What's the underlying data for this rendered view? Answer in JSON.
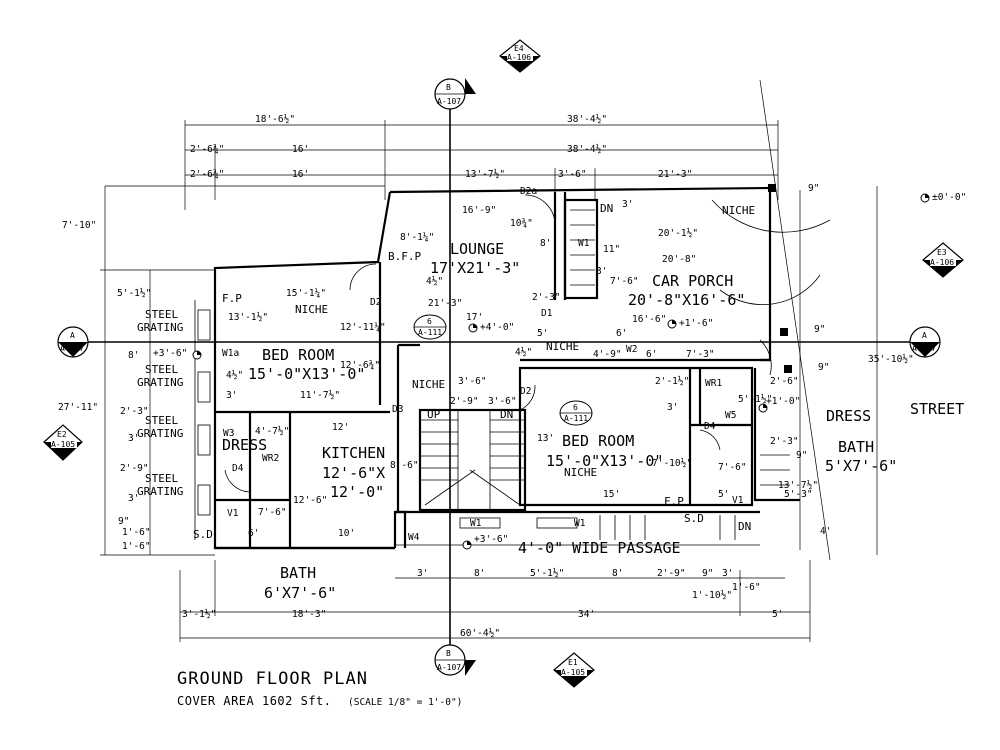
{
  "title": "GROUND FLOOR PLAN",
  "subtitle": "COVER AREA 1602 Sft.",
  "scale": "(SCALE 1/8\" = 1'-0\")",
  "rooms": {
    "lounge": {
      "name": "LOUNGE",
      "size": "17'X21'-3\""
    },
    "car_porch": {
      "name": "CAR PORCH",
      "size": "20'-8\"X16'-6\""
    },
    "bed_room_1": {
      "name": "BED ROOM",
      "size": "15'-0\"X13'-0\""
    },
    "bed_room_2": {
      "name": "BED ROOM",
      "size": "15'-0\"X13'-0\""
    },
    "kitchen": {
      "name": "KITCHEN",
      "size1": "12'-6\"X",
      "size2": "12'-0\""
    },
    "bath_1": {
      "name": "BATH",
      "size": "6'X7'-6\""
    },
    "bath_2": {
      "name": "BATH",
      "size": "5'X7'-6\""
    },
    "dress_1": "DRESS",
    "dress_2": "DRESS",
    "passage": "4'-0\" WIDE PASSAGE",
    "street": "STREET"
  },
  "labels": {
    "steel": "STEEL",
    "grating": "GRATING",
    "niche": "NICHE",
    "dn": "DN",
    "up": "UP",
    "fp": "F.P",
    "bfp": "B.F.P",
    "sd": "S.D"
  },
  "doors": [
    "D1",
    "D2",
    "D2a",
    "D3",
    "D4",
    "W1",
    "W1a",
    "W2",
    "W3",
    "W4",
    "W5",
    "WR1",
    "WR2",
    "V1"
  ],
  "levels": [
    "+4'-0\"",
    "+1'-6\"",
    "+3'-6\"",
    "+1'-0\"",
    "+3'-6\"",
    "±0'-0\""
  ],
  "section_tags": [
    {
      "id": "B",
      "ref": "A-107"
    },
    {
      "id": "E4",
      "ref": "A-106"
    },
    {
      "id": "A",
      "ref": "A-107"
    },
    {
      "id": "E2",
      "ref": "A-105"
    },
    {
      "id": "E3",
      "ref": "A-106"
    },
    {
      "id": "E1",
      "ref": "A-105"
    },
    {
      "id": "6",
      "ref": "A-111"
    }
  ],
  "dimensions": {
    "top": [
      "18'-6½\"",
      "38'-4½\"",
      "2'-6¾\"",
      "16'",
      "38'-4½\"",
      "2'-6¾\"",
      "16'",
      "13'-7½\"",
      "3'-6\"",
      "21'-3\""
    ],
    "left": [
      "7'-10\"",
      "5'-1½\"",
      "13'-1½\"",
      "8'",
      "27'-11\"",
      "4½\"",
      "3'",
      "2'-3\"",
      "3'",
      "2'-9\"",
      "3'",
      "9\"",
      "1'-6\"",
      "1'-6\""
    ],
    "bottom": [
      "3'",
      "8'",
      "5'-1½\"",
      "8'",
      "2'-9\"",
      "9\"",
      "3'",
      "3'-1½\"",
      "18'-3\"",
      "34'",
      "5'",
      "60'-4½\"",
      "1'-10½\"",
      "1'-6\""
    ],
    "right": [
      "35'-10½\"",
      "13'-7½\"",
      "4'",
      "9\"",
      "9\"",
      "9\"",
      "2'-6\"",
      "5'-1½\"",
      "2'-3\"",
      "9\"",
      "5'-3\""
    ],
    "interior": [
      "16'-9\"",
      "10¾\"",
      "8'-1¼\"",
      "8'",
      "11\"",
      "20'-1½\"",
      "20'-8\"",
      "15'-1¼\"",
      "4½\"",
      "21'-3\"",
      "7'-6\"",
      "16'-6\"",
      "2'-3\"",
      "6'",
      "17'",
      "12'-11¼\"",
      "12'-6¾\"",
      "5'",
      "4'-9\"",
      "6'",
      "7'-3\"",
      "11'-7½\"",
      "3'-6\"",
      "2'-9\"",
      "3'-6\"",
      "12'",
      "8'-6\"",
      "4'-7½\"",
      "2'-1½\"",
      "3'",
      "7'-10½\"",
      "13'",
      "7'-6\"",
      "5'",
      "15'",
      "12'-6\"",
      "10'",
      "6'",
      "7'-6\"",
      "3'",
      "4½\"",
      "3'"
    ]
  }
}
